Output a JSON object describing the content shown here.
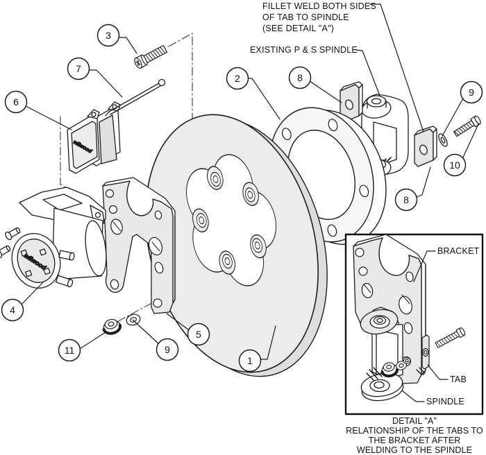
{
  "annotations": {
    "fillet_weld_line1": "FILLET WELD BOTH SIDES",
    "fillet_weld_line2": "OF TAB TO SPINDLE",
    "fillet_weld_line3": "(SEE DETAIL \"A\")",
    "existing_spindle": "EXISTING P & S SPINDLE"
  },
  "callouts": [
    {
      "n": "1"
    },
    {
      "n": "2"
    },
    {
      "n": "3"
    },
    {
      "n": "4"
    },
    {
      "n": "5"
    },
    {
      "n": "6"
    },
    {
      "n": "7"
    },
    {
      "n": "8"
    },
    {
      "n": "8"
    },
    {
      "n": "9"
    },
    {
      "n": "9"
    },
    {
      "n": "10"
    },
    {
      "n": "11"
    }
  ],
  "detail_inset": {
    "labels": {
      "bracket": "BRACKET",
      "tab": "TAB",
      "spindle": "SPINDLE"
    },
    "caption_line1": "DETAIL \"A\"",
    "caption_line2": "RELATIONSHIP OF THE TABS TO",
    "caption_line3": "THE BRACKET AFTER",
    "caption_line4": "WELDING TO THE SPINDLE"
  },
  "logos": {
    "caliper": "wilwood",
    "pad": "wilwood"
  },
  "colors": {
    "line": "#1c1c1c",
    "fill_light": "#ececec",
    "background": "#ffffff"
  }
}
